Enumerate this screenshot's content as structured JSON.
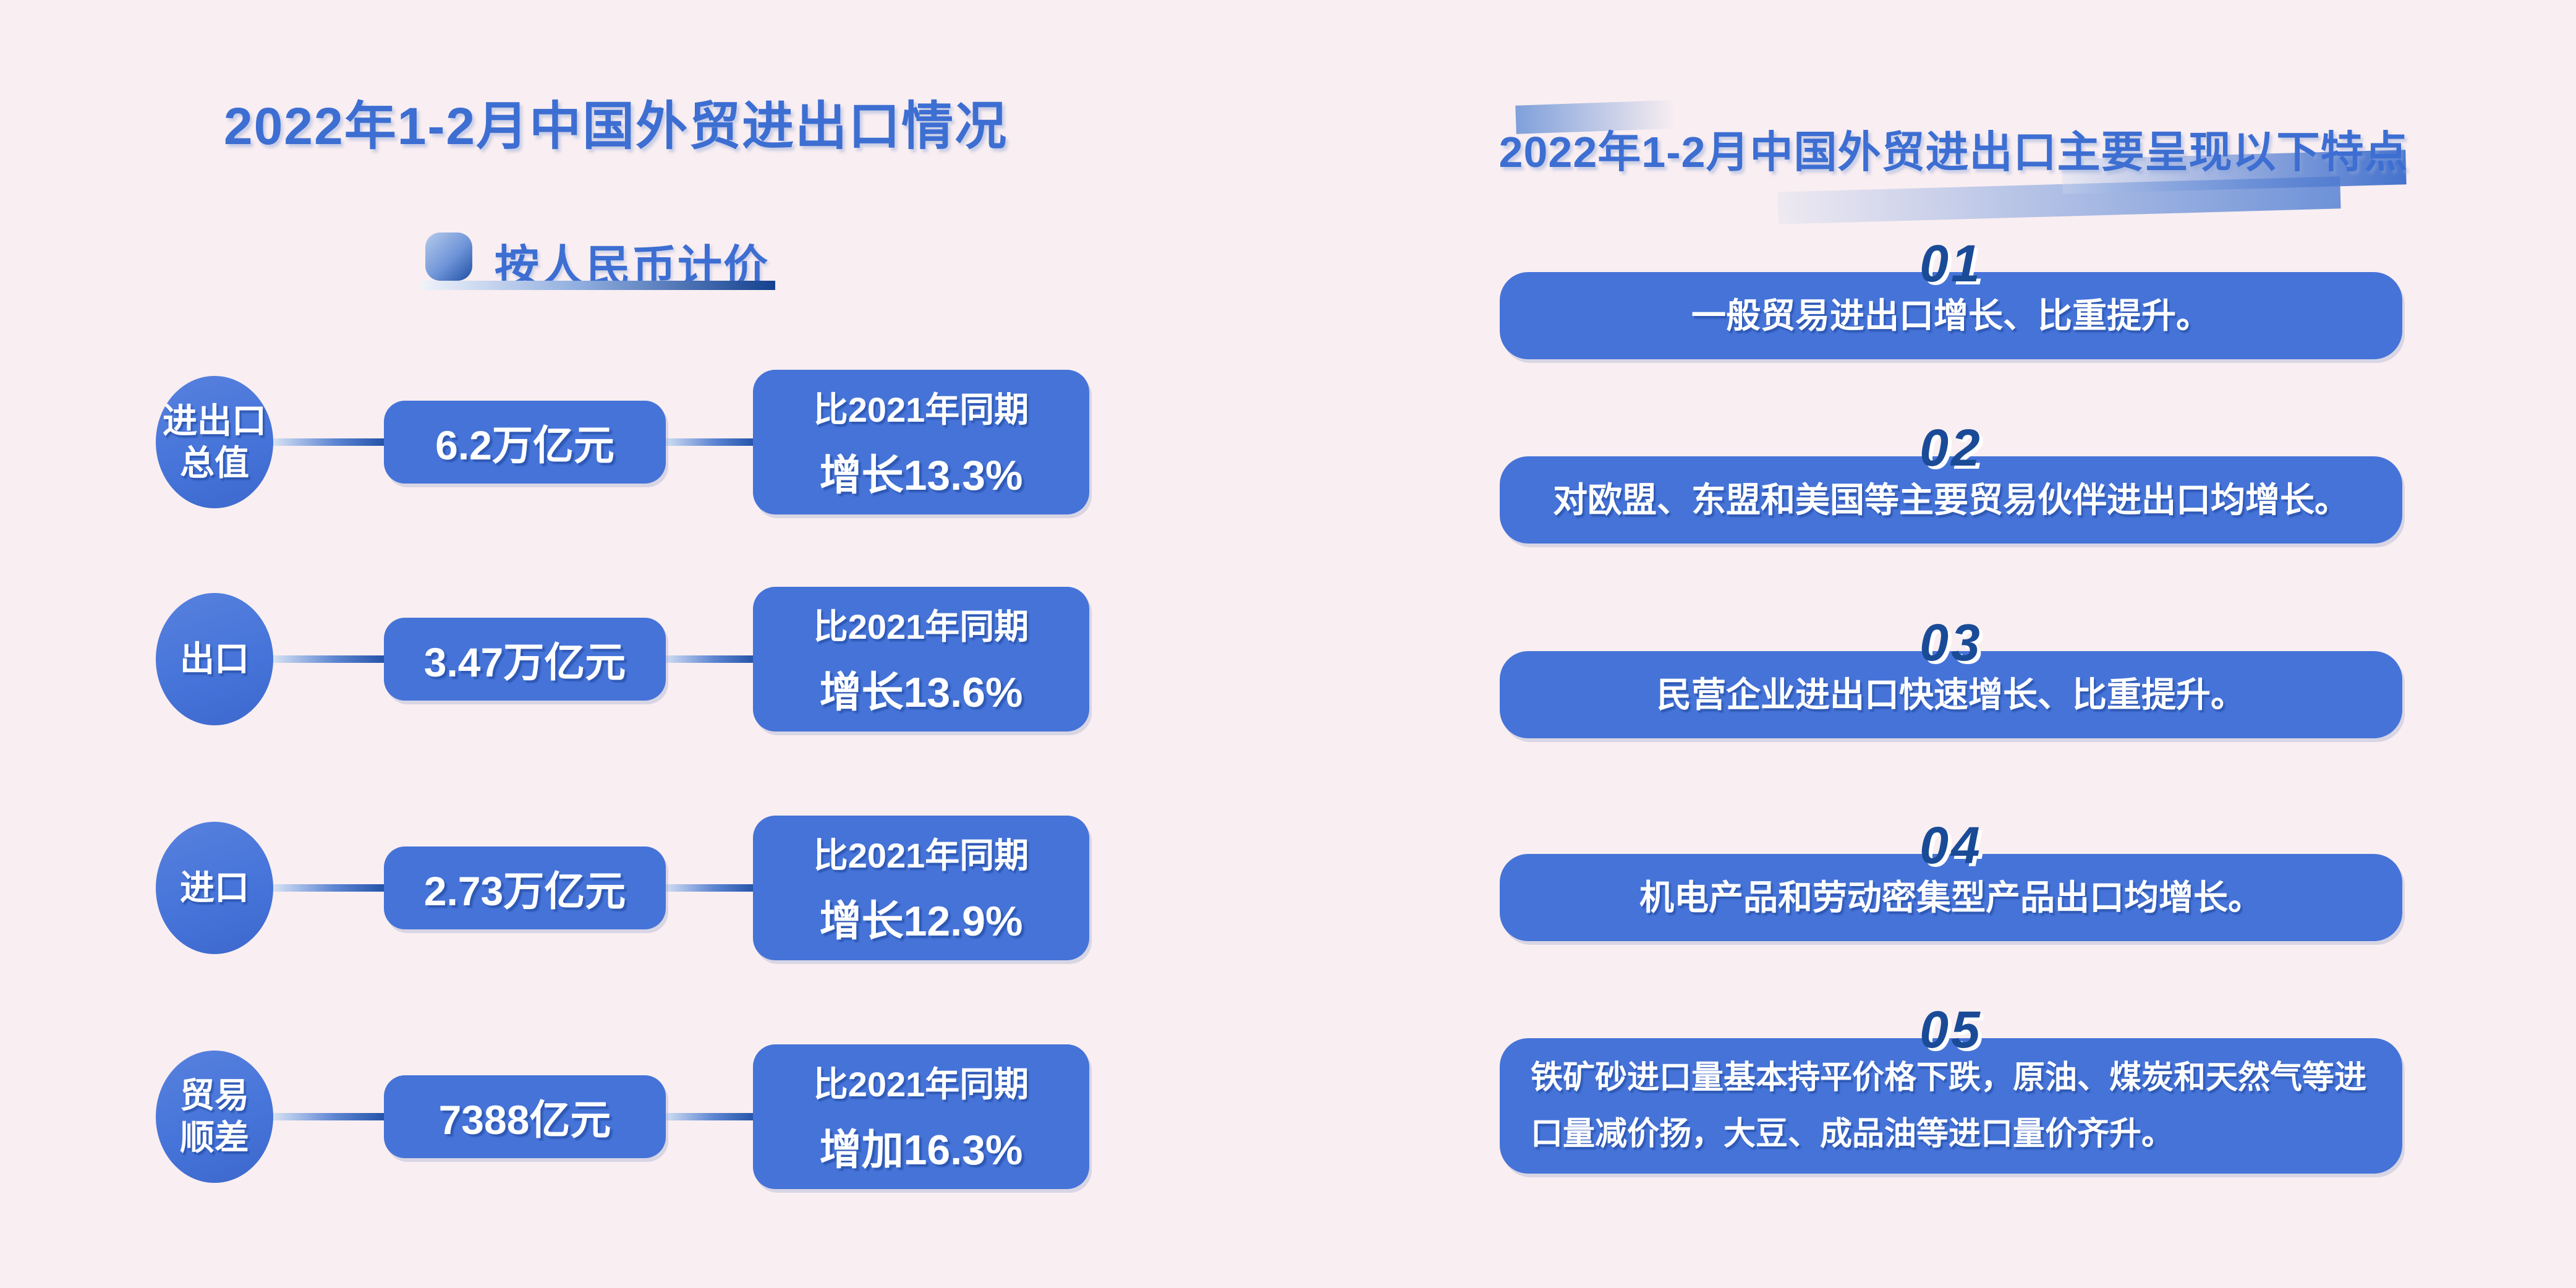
{
  "colors": {
    "background": "#f9eef1",
    "primary_blue": "#4573d8",
    "title_blue": "#3d6ed2",
    "deep_blue": "#1a4b97",
    "text_white": "#ffffff"
  },
  "left_panel": {
    "title": "2022年1-2月中国外贸进出口情况",
    "subtitle": "按人民币计价",
    "rows": [
      {
        "label_lines": [
          "进出口",
          "总值"
        ],
        "value": "6.2万亿元",
        "compare_prefix": "比2021年同期",
        "compare_change": "增长13.3%"
      },
      {
        "label_lines": [
          "出口"
        ],
        "value": "3.47万亿元",
        "compare_prefix": "比2021年同期",
        "compare_change": "增长13.6%"
      },
      {
        "label_lines": [
          "进口"
        ],
        "value": "2.73万亿元",
        "compare_prefix": "比2021年同期",
        "compare_change": "增长12.9%"
      },
      {
        "label_lines": [
          "贸易",
          "顺差"
        ],
        "value": "7388亿元",
        "compare_prefix": "比2021年同期",
        "compare_change": "增加16.3%"
      }
    ]
  },
  "right_panel": {
    "title": "2022年1-2月中国外贸进出口主要呈现以下特点",
    "features": [
      {
        "number": "01",
        "text": "一般贸易进出口增长、比重提升。"
      },
      {
        "number": "02",
        "text": "对欧盟、东盟和美国等主要贸易伙伴进出口均增长。"
      },
      {
        "number": "03",
        "text": "民营企业进出口快速增长、比重提升。"
      },
      {
        "number": "04",
        "text": "机电产品和劳动密集型产品出口均增长。"
      },
      {
        "number": "05",
        "text": "铁矿砂进口量基本持平价格下跌，原油、煤炭和天然气等进口量减价扬，大豆、成品油等进口量价齐升。"
      }
    ]
  }
}
